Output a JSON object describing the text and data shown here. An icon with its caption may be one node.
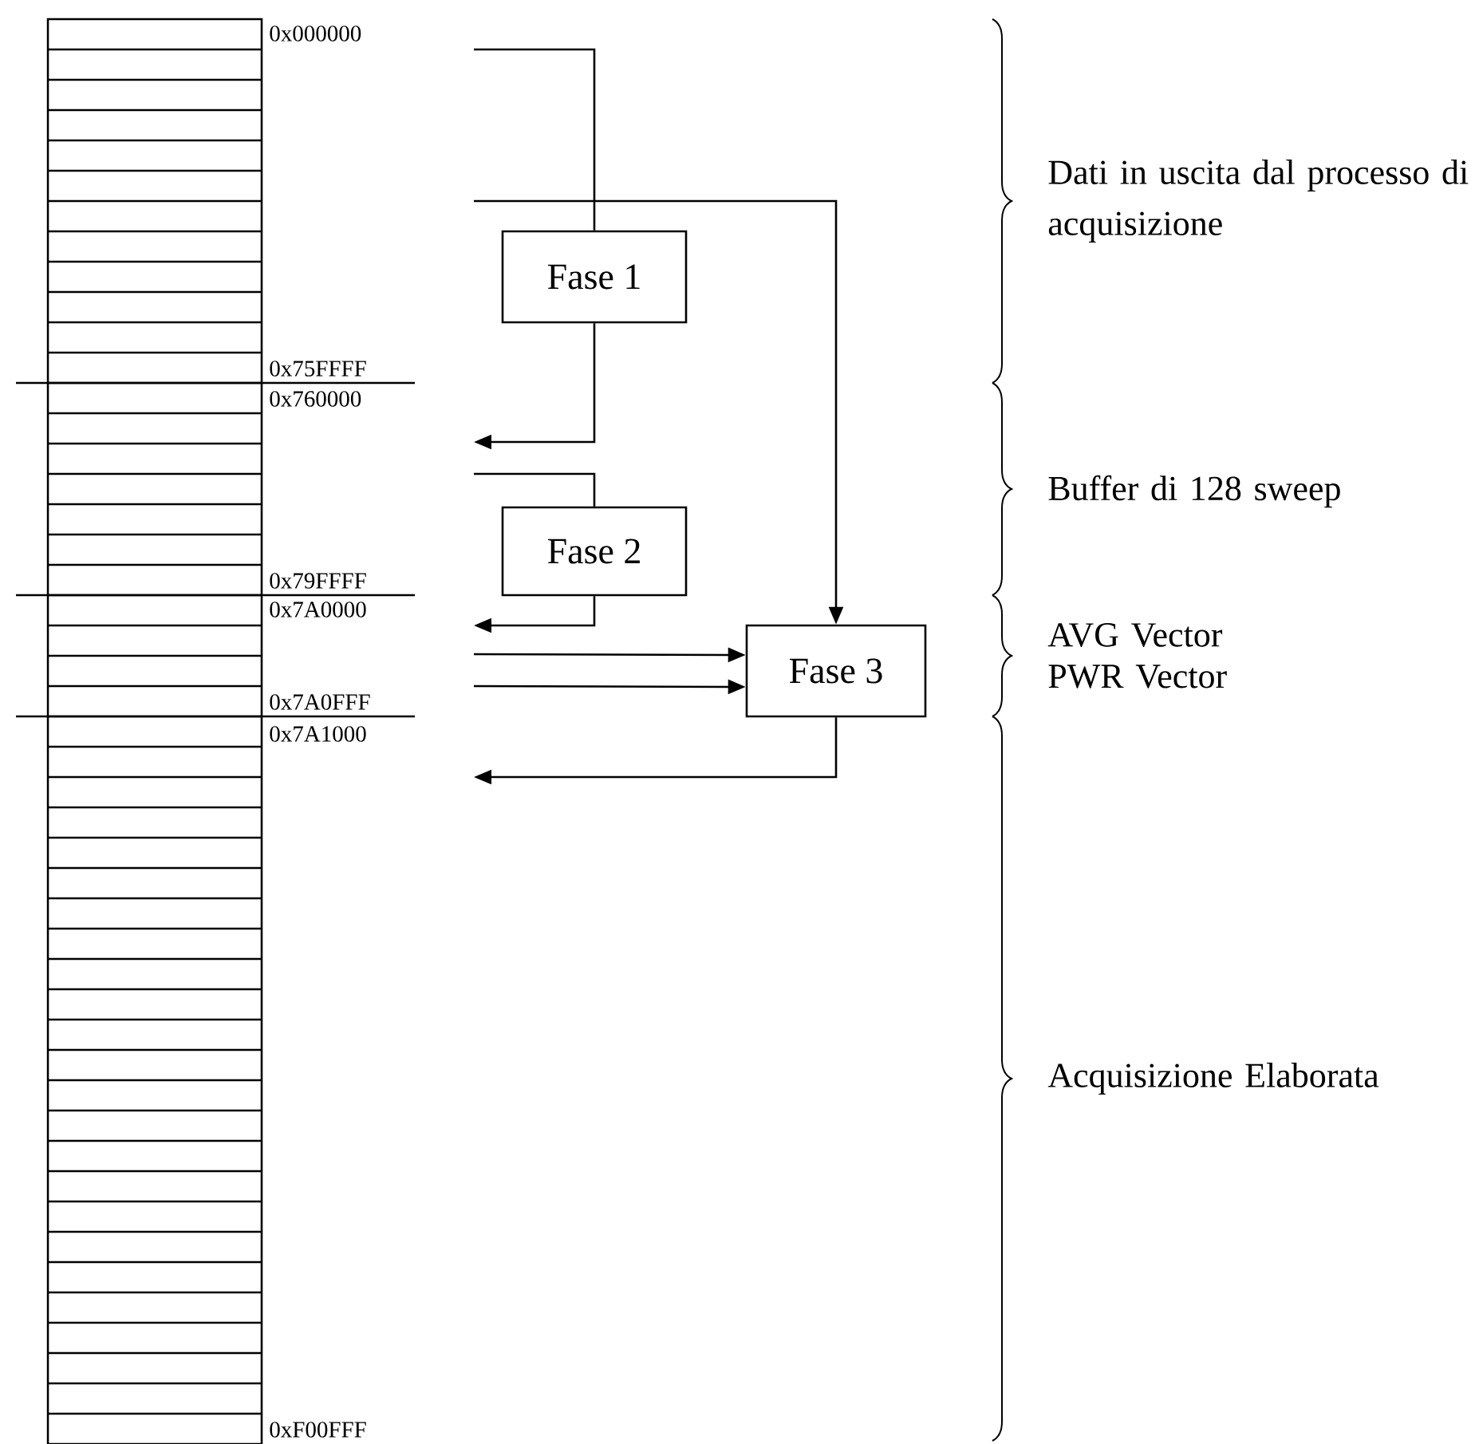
{
  "diagram": {
    "nodes": [
      {
        "text": [
          "Fase 1"
        ]
      },
      {
        "text": [
          "Fase 2"
        ]
      },
      {
        "text": [
          "Fase 3"
        ]
      }
    ],
    "edges": [
      {
        "from": null,
        "to": 0,
        "arrow": "none"
      },
      {
        "from": 0,
        "to": null,
        "arrow": "to"
      },
      {
        "from": null,
        "to": 2,
        "arrow": "to"
      },
      {
        "from": null,
        "to": 1,
        "arrow": "none"
      },
      {
        "from": 1,
        "to": null,
        "arrow": "to"
      },
      {
        "from": null,
        "to": 2,
        "arrow": "to"
      },
      {
        "from": null,
        "to": 2,
        "arrow": "to"
      },
      {
        "from": 2,
        "to": null,
        "arrow": "to"
      }
    ],
    "labels": [
      "0x000000",
      "Dati in uscita dal processo di acquisizione",
      "0x75FFFF",
      "0x760000",
      "Buffer di 128 sweep",
      "0x79FFFF",
      "0x7A0000",
      "AVG Vector",
      "PWR Vector",
      "0x7A0FFF",
      "0x7A1000",
      "Acquisizione Elaborata",
      "0xF00FFF"
    ]
  }
}
